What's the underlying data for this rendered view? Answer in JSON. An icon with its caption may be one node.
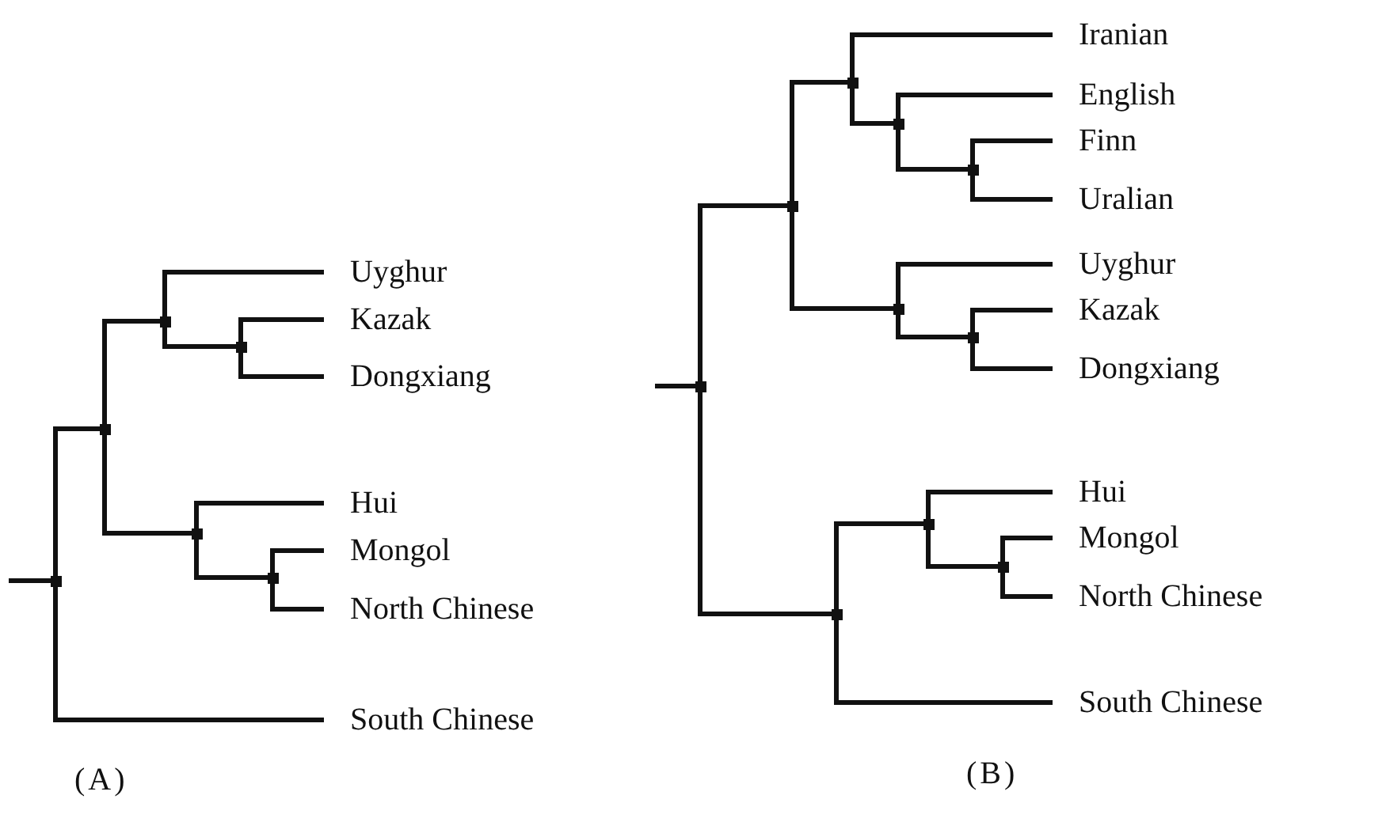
{
  "diagram": {
    "nodes": [
      {
        "text": [],
        "shape": "point"
      },
      {
        "text": [],
        "shape": "point"
      },
      {
        "text": [],
        "shape": "point"
      },
      {
        "text": [
          "Uyghur"
        ]
      },
      {
        "text": [],
        "shape": "point"
      },
      {
        "text": [
          "Kazak"
        ]
      },
      {
        "text": [
          "Dongxiang"
        ]
      },
      {
        "text": [],
        "shape": "point"
      },
      {
        "text": [
          "Hui"
        ]
      },
      {
        "text": [],
        "shape": "point"
      },
      {
        "text": [
          "Mongol"
        ]
      },
      {
        "text": [
          "North Chinese"
        ]
      },
      {
        "text": [
          "South Chinese"
        ]
      },
      {
        "text": [],
        "shape": "point"
      },
      {
        "text": [],
        "shape": "point"
      },
      {
        "text": [],
        "shape": "point"
      },
      {
        "text": [
          "Iranian"
        ]
      },
      {
        "text": [],
        "shape": "point"
      },
      {
        "text": [
          "English"
        ]
      },
      {
        "text": [],
        "shape": "point"
      },
      {
        "text": [
          "Finn"
        ]
      },
      {
        "text": [
          "Uralian"
        ]
      },
      {
        "text": [],
        "shape": "point"
      },
      {
        "text": [
          "Uyghur"
        ]
      },
      {
        "text": [],
        "shape": "point"
      },
      {
        "text": [
          "Kazak"
        ]
      },
      {
        "text": [
          "Dongxiang"
        ]
      },
      {
        "text": [],
        "shape": "point"
      },
      {
        "text": [],
        "shape": "point"
      },
      {
        "text": [
          "Hui"
        ]
      },
      {
        "text": [],
        "shape": "point"
      },
      {
        "text": [
          "Mongol"
        ]
      },
      {
        "text": [
          "North Chinese"
        ]
      },
      {
        "text": [
          "South Chinese"
        ]
      }
    ],
    "edges": [
      {
        "from": null,
        "to": 0,
        "arrow": "none"
      },
      {
        "from": 0,
        "to": 1,
        "arrow": "none"
      },
      {
        "from": 1,
        "to": 2,
        "arrow": "none"
      },
      {
        "from": 2,
        "to": 3,
        "arrow": "none"
      },
      {
        "from": 2,
        "to": 4,
        "arrow": "none"
      },
      {
        "from": 4,
        "to": 5,
        "arrow": "none"
      },
      {
        "from": 4,
        "to": 6,
        "arrow": "none"
      },
      {
        "from": 1,
        "to": 7,
        "arrow": "none"
      },
      {
        "from": 7,
        "to": 8,
        "arrow": "none"
      },
      {
        "from": 7,
        "to": 9,
        "arrow": "none"
      },
      {
        "from": 9,
        "to": 10,
        "arrow": "none"
      },
      {
        "from": 9,
        "to": 11,
        "arrow": "none"
      },
      {
        "from": 0,
        "to": 12,
        "arrow": "none"
      },
      {
        "from": null,
        "to": 13,
        "arrow": "none"
      },
      {
        "from": 13,
        "to": 14,
        "arrow": "none"
      },
      {
        "from": 14,
        "to": 15,
        "arrow": "none"
      },
      {
        "from": 15,
        "to": 16,
        "arrow": "none"
      },
      {
        "from": 15,
        "to": 17,
        "arrow": "none"
      },
      {
        "from": 17,
        "to": 18,
        "arrow": "none"
      },
      {
        "from": 17,
        "to": 19,
        "arrow": "none"
      },
      {
        "from": 19,
        "to": 20,
        "arrow": "none"
      },
      {
        "from": 19,
        "to": 21,
        "arrow": "none"
      },
      {
        "from": 14,
        "to": 22,
        "arrow": "none"
      },
      {
        "from": 22,
        "to": 23,
        "arrow": "none"
      },
      {
        "from": 22,
        "to": 24,
        "arrow": "none"
      },
      {
        "from": 24,
        "to": 25,
        "arrow": "none"
      },
      {
        "from": 24,
        "to": 26,
        "arrow": "none"
      },
      {
        "from": 13,
        "to": 27,
        "arrow": "none"
      },
      {
        "from": 27,
        "to": 28,
        "arrow": "none"
      },
      {
        "from": 28,
        "to": 29,
        "arrow": "none"
      },
      {
        "from": 28,
        "to": 30,
        "arrow": "none"
      },
      {
        "from": 30,
        "to": 31,
        "arrow": "none"
      },
      {
        "from": 30,
        "to": 32,
        "arrow": "none"
      },
      {
        "from": 27,
        "to": 33,
        "arrow": "none"
      }
    ],
    "labels": [
      "(A)",
      "(B)"
    ]
  }
}
